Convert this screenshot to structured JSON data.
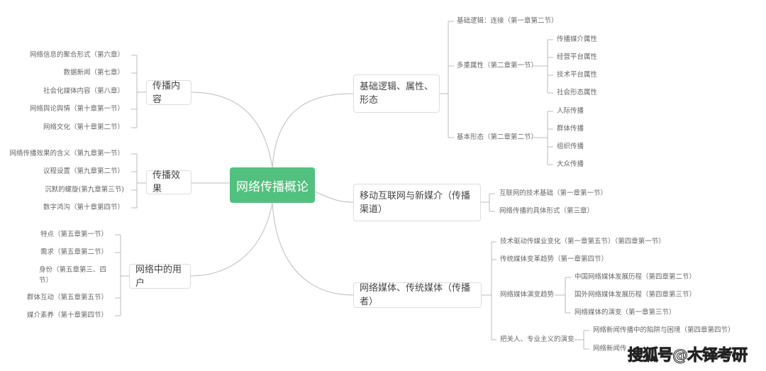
{
  "center": "网络传播概论",
  "left": {
    "content": {
      "label": "传播内容",
      "items": [
        "网络信息的聚合形式（第六章）",
        "数据新闻（第七章）",
        "社会化媒体内容（第八章）",
        "网络舆论舆情（第十章第一节）",
        "网络文化（第十章第二节）"
      ]
    },
    "effect": {
      "label": "传播效果",
      "items": [
        "网络传播效果的含义（第九章第一节）",
        "议程设置（第九章第二节）",
        "沉默的螺旋(第九章第三节)",
        "数字鸿沟（第十章第四节）"
      ]
    },
    "users": {
      "label": "网络中的用户",
      "items": [
        "特点（第五章第一节）",
        "需求（第五章第二节）",
        "身份（第五章第三、四",
        "节）",
        "群体互动（第五章第五节）",
        "媒介素养（第十章第四节）"
      ]
    }
  },
  "right": {
    "basic": {
      "label": "基础逻辑、属性、形态",
      "items": [
        "基础逻辑：连接（第一章第二节）",
        "多重属性（第二章第一节）",
        "基本形态（第二章第二节）"
      ],
      "attrs": [
        "传播媒介属性",
        "经营平台属性",
        "技术平台属性",
        "社会形态属性"
      ],
      "forms": [
        "人际传播",
        "群体传播",
        "组织传播",
        "大众传播"
      ]
    },
    "channel": {
      "label": "移动互联网与新媒介（传播渠道）",
      "items": [
        "互联网的技术基础（第一章第一节）",
        "网络传播的具体形式（第三章）"
      ]
    },
    "media": {
      "label": "网络媒体、传统媒体（传播者）",
      "items": [
        "技术驱动传媒业变化（第一章第五节）（第四章第一节）",
        "传统媒体变革趋势（第一章第四节）",
        "网络媒体演变趋势",
        "把关人、专业主义的演变"
      ],
      "evolution": [
        "中国网络媒体发展历程（第四章第二节）",
        "国外网络媒体发展历程（第四章第三节）",
        "网络媒体的演变（第一章第三节）"
      ],
      "gatekeeper": [
        "网络新闻传播中的陷阱与困境（第四章第四节）",
        "网络新闻传"
      ]
    }
  },
  "watermark": "搜狐号@木铎考研"
}
